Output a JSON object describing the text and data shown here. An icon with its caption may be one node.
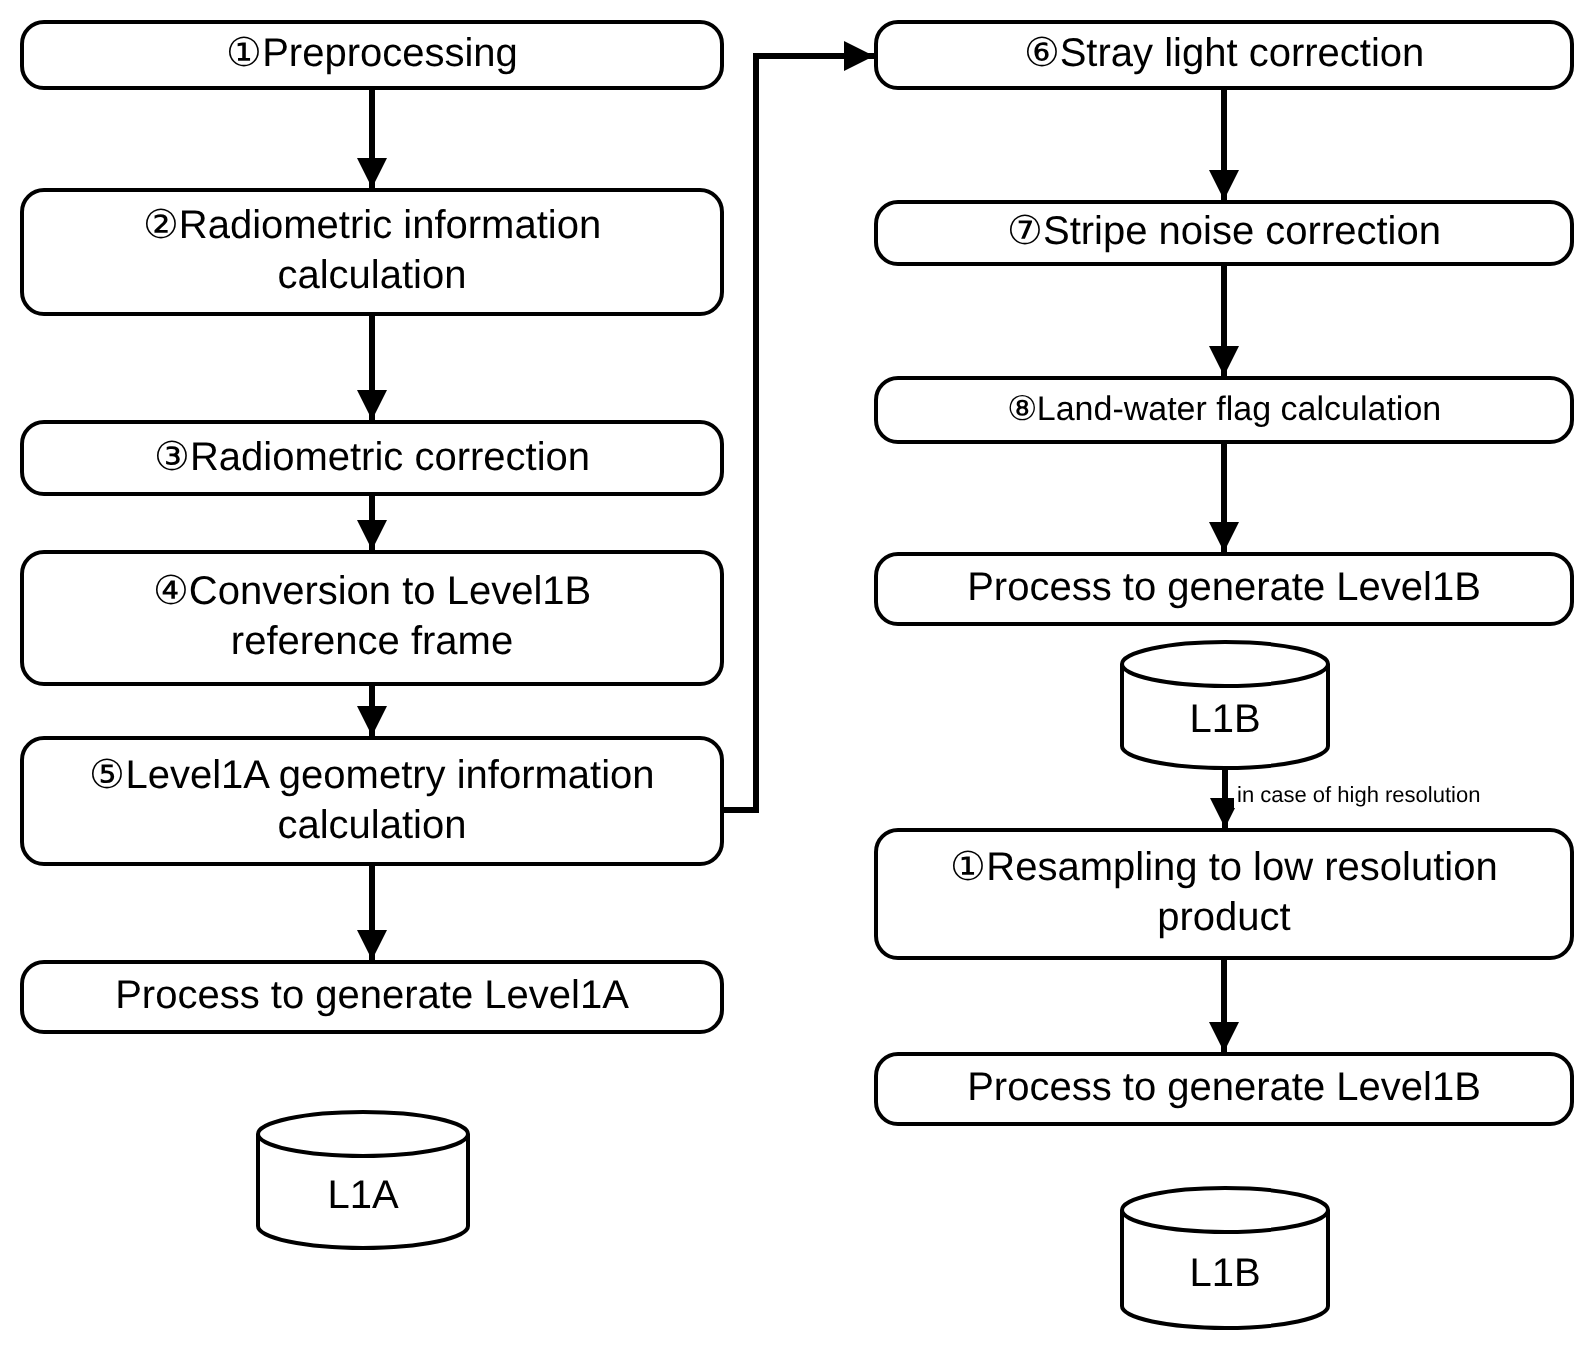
{
  "diagram": {
    "nodes": [
      {
        "text": [
          "①Preprocessing"
        ]
      },
      {
        "text": [
          "②Radiometric information calculation"
        ]
      },
      {
        "text": [
          "③Radiometric correction"
        ]
      },
      {
        "text": [
          "④Conversion to Level1B reference frame"
        ]
      },
      {
        "text": [
          "⑤Level1A geometry information calculation"
        ]
      },
      {
        "text": [
          "Process to generate Level1A"
        ]
      },
      {
        "text": [
          "L1A"
        ]
      },
      {
        "text": [
          "⑥Stray light correction"
        ]
      },
      {
        "text": [
          "⑦Stripe noise correction"
        ]
      },
      {
        "text": [
          "⑧Land-water flag calculation"
        ]
      },
      {
        "text": [
          "Process to generate Level1B"
        ]
      },
      {
        "text": [
          "L1B"
        ]
      },
      {
        "text": [
          "①Resampling to low resolution product"
        ]
      },
      {
        "text": [
          "Process to generate Level1B"
        ]
      },
      {
        "text": [
          "L1B"
        ]
      }
    ],
    "edges": [
      {
        "from": 0,
        "to": 1,
        "arrow": "to"
      },
      {
        "from": 1,
        "to": 2,
        "arrow": "to"
      },
      {
        "from": 2,
        "to": 3,
        "arrow": "to"
      },
      {
        "from": 3,
        "to": 4,
        "arrow": "to"
      },
      {
        "from": 4,
        "to": 7,
        "arrow": "to"
      },
      {
        "from": 4,
        "to": 5,
        "arrow": "to"
      },
      {
        "from": 7,
        "to": 8,
        "arrow": "to"
      },
      {
        "from": 8,
        "to": 9,
        "arrow": "to"
      },
      {
        "from": 9,
        "to": 10,
        "arrow": "to"
      },
      {
        "from": 11,
        "to": 12,
        "arrow": "to",
        "label": "in case of high resolution"
      },
      {
        "from": 12,
        "to": 13,
        "arrow": "to"
      }
    ]
  }
}
